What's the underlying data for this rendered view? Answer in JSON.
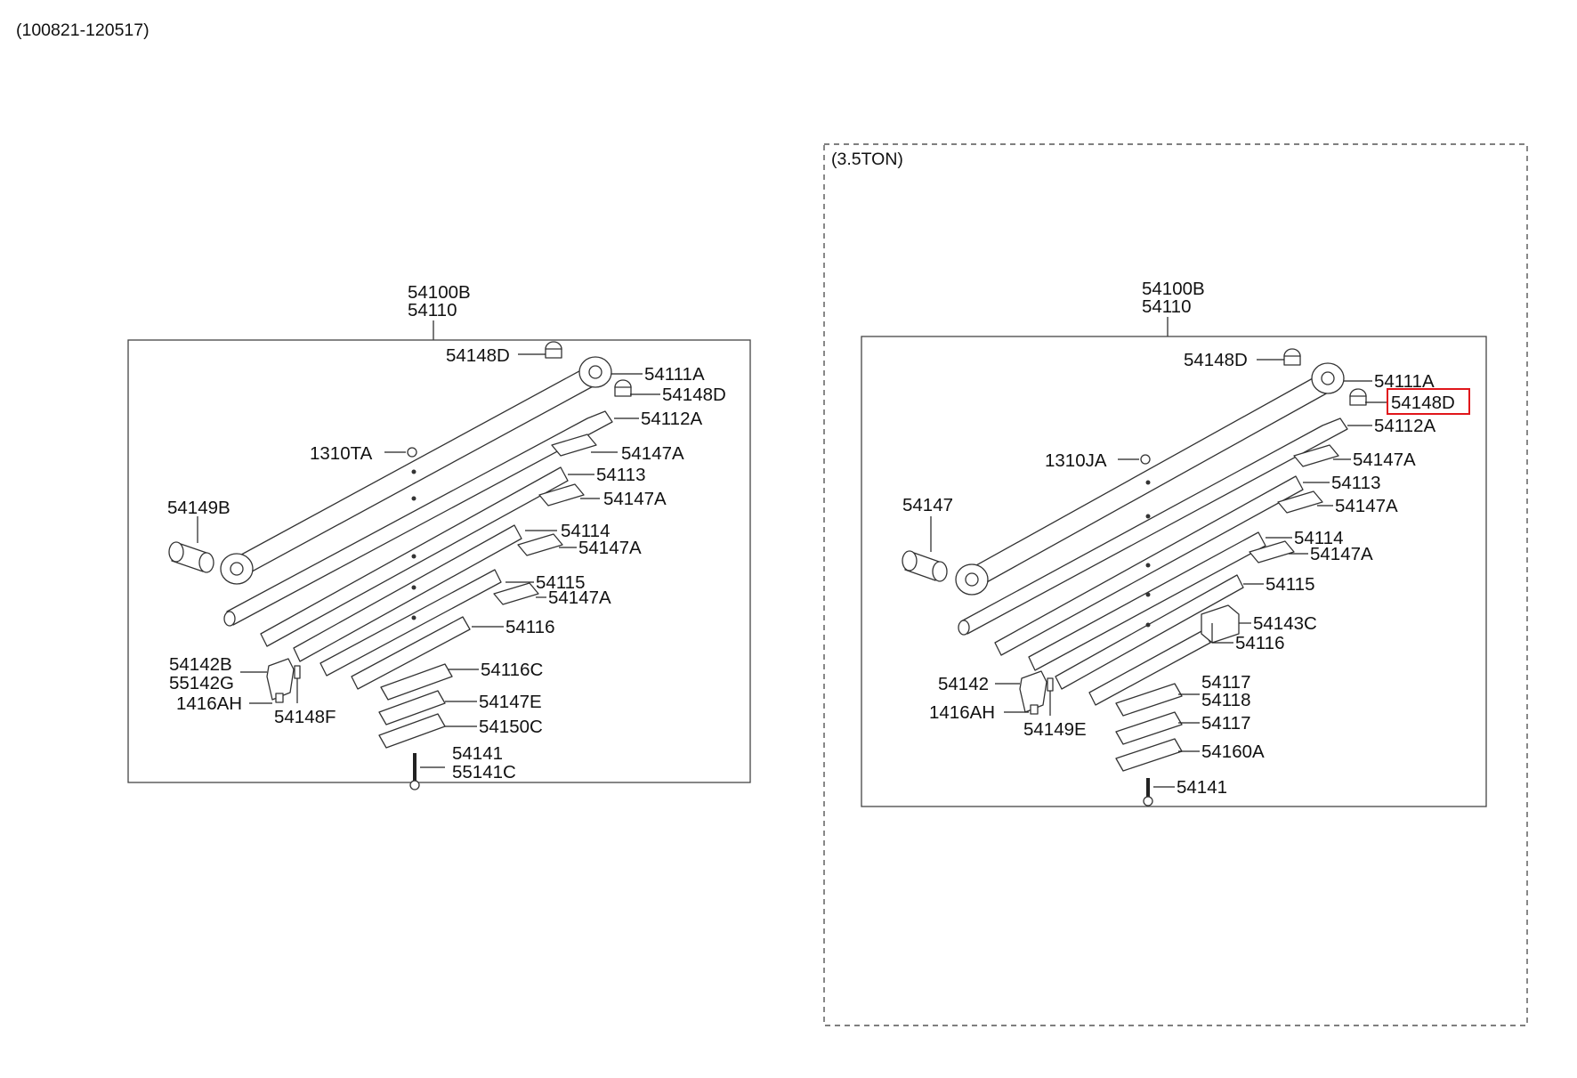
{
  "header": {
    "date_code": "(100821-120517)"
  },
  "left_diagram": {
    "assembly": [
      "54100B",
      "54110"
    ],
    "labels": {
      "p54148D_top": "54148D",
      "p54111A": "54111A",
      "p54148D": "54148D",
      "p54112A": "54112A",
      "p1310TA": "1310TA",
      "p54147A_1": "54147A",
      "p54113": "54113",
      "p54147A_2": "54147A",
      "p54149B": "54149B",
      "p54114": "54114",
      "p54147A_3": "54147A",
      "p54115": "54115",
      "p54147A_4": "54147A",
      "p54116": "54116",
      "p54142B": "54142B",
      "p55142G": "55142G",
      "p1416AH": "1416AH",
      "p54148F": "54148F",
      "p54116C": "54116C",
      "p54147E": "54147E",
      "p54150C": "54150C",
      "p54141": "54141",
      "p55141C": "55141C"
    }
  },
  "right_diagram": {
    "variant": "(3.5TON)",
    "assembly": [
      "54100B",
      "54110"
    ],
    "highlighted_part": "54148D",
    "labels": {
      "p54148D_top": "54148D",
      "p54111A": "54111A",
      "p54148D": "54148D",
      "p54112A": "54112A",
      "p1310JA": "1310JA",
      "p54147A_1": "54147A",
      "p54113": "54113",
      "p54147": "54147",
      "p54147A_2": "54147A",
      "p54114": "54114",
      "p54147A_3": "54147A",
      "p54115": "54115",
      "p54143C": "54143C",
      "p54116": "54116",
      "p54142": "54142",
      "p54117_1": "54117",
      "p54118": "54118",
      "p1416AH": "1416AH",
      "p54149E": "54149E",
      "p54117_2": "54117",
      "p54160A": "54160A",
      "p54141": "54141"
    }
  },
  "colors": {
    "highlight": "#e0161b",
    "line": "#222222"
  }
}
